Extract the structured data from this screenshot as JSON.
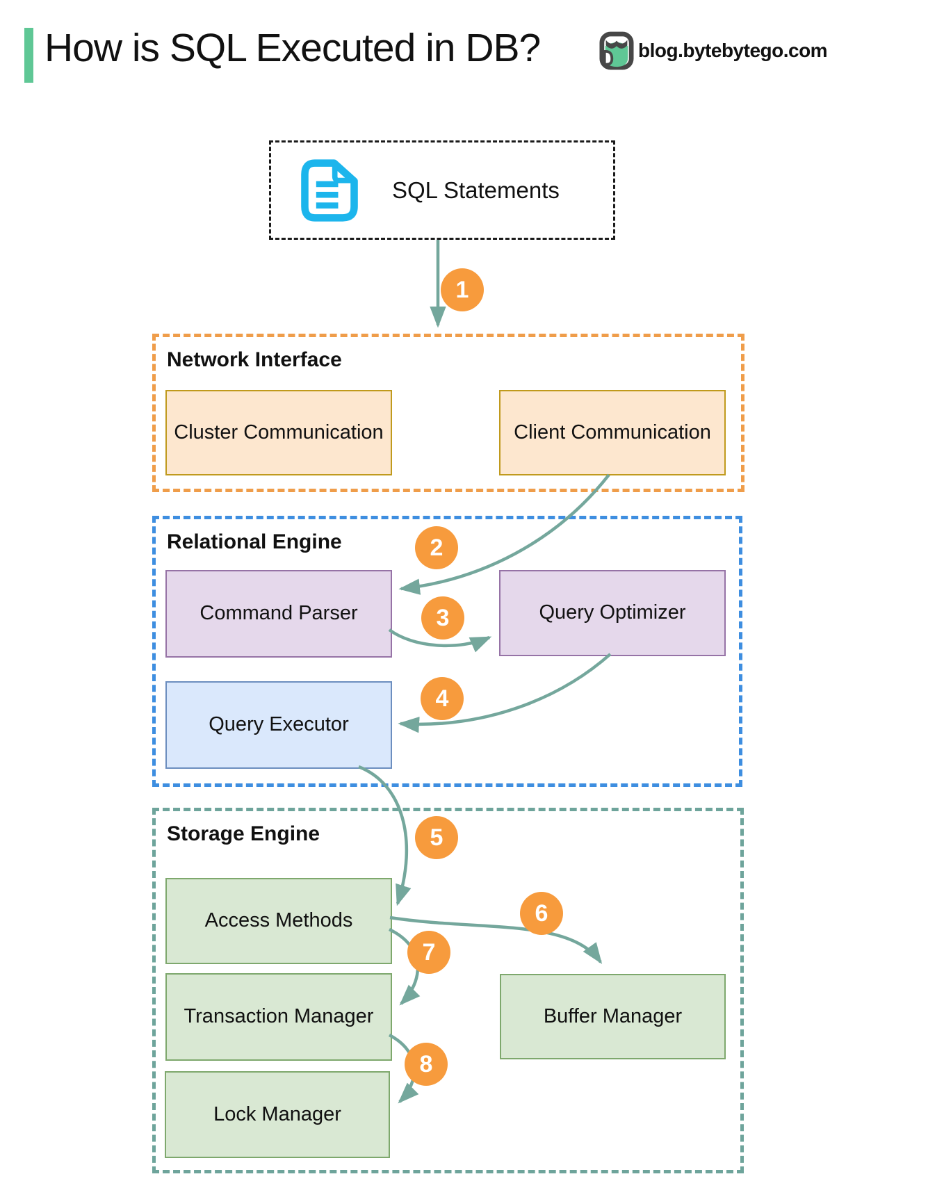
{
  "header": {
    "title": "How is SQL Executed in DB?",
    "brand": "blog.bytebytego.com"
  },
  "diagram": {
    "sql_box": {
      "label": "SQL Statements",
      "icon": "document-icon"
    },
    "sections": {
      "network": {
        "label": "Network Interface",
        "boxes": {
          "cluster": "Cluster Communication",
          "client": "Client Communication"
        }
      },
      "relational": {
        "label": "Relational Engine",
        "boxes": {
          "parser": "Command Parser",
          "optimizer": "Query Optimizer",
          "executor": "Query Executor"
        }
      },
      "storage": {
        "label": "Storage Engine",
        "boxes": {
          "access": "Access Methods",
          "transaction": "Transaction Manager",
          "buffer": "Buffer Manager",
          "lock": "Lock Manager"
        }
      }
    },
    "steps": {
      "s1": "1",
      "s2": "2",
      "s3": "3",
      "s4": "4",
      "s5": "5",
      "s6": "6",
      "s7": "7",
      "s8": "8"
    },
    "flows": [
      "SQL Statements -> Network Interface (1)",
      "Client Communication -> Command Parser (2)",
      "Command Parser -> Query Optimizer (3)",
      "Query Optimizer -> Query Executor (4)",
      "Query Executor -> Access Methods (5)",
      "Access Methods -> Buffer Manager (6)",
      "Access Methods -> Transaction Manager (7)",
      "Transaction Manager -> Lock Manager (8)"
    ]
  },
  "colors": {
    "accent_green": "#5FC795",
    "icon_cyan": "#1CB5EC",
    "arrow": "#74A79C",
    "badge": "#F79B3D",
    "orange_dash": "#EF9D4A",
    "blue_dash": "#3E8EE0",
    "teal_dash": "#6EA49B",
    "gold_border": "#C09A1D",
    "peach_fill": "#FDE7CF",
    "purple_border": "#9673A6",
    "purple_fill": "#E5D8EB",
    "blue_border": "#6C8EBF",
    "blue_fill": "#DAE8FC",
    "green_border": "#7EA86D",
    "green_fill": "#D9E8D3",
    "logo_dark": "#474747"
  }
}
